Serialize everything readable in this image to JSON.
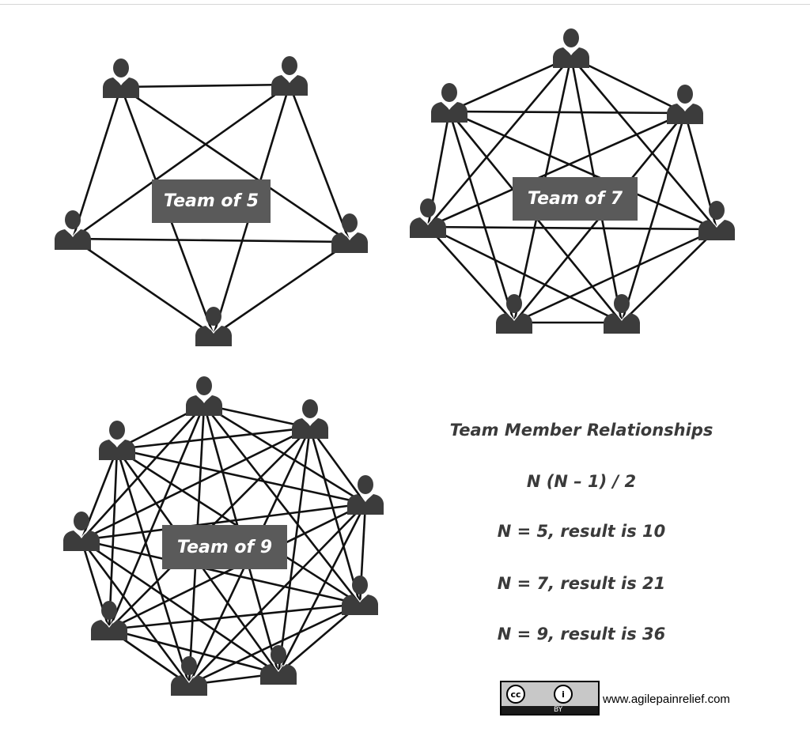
{
  "teams": [
    {
      "label": "Team of 5",
      "size": 5
    },
    {
      "label": "Team of 7",
      "size": 7
    },
    {
      "label": "Team of 9",
      "size": 9
    }
  ],
  "info": {
    "heading": "Team Member Relationships",
    "formula": "N (N – 1) / 2",
    "results": [
      "N = 5, result is 10",
      "N = 7, result is 21",
      "N = 9, result is 36"
    ]
  },
  "license": {
    "cc_symbol": "cc",
    "by_symbol": "i",
    "by_text": "BY",
    "website": "www.agilepainrelief.com"
  },
  "colors": {
    "line": "#111111",
    "person": "#3c3c3c",
    "label_bg": "#5a5a5a"
  }
}
